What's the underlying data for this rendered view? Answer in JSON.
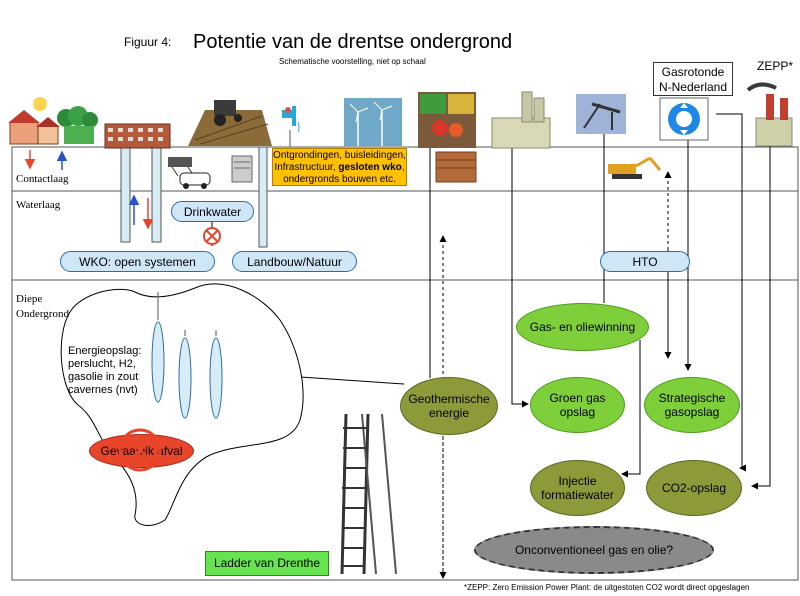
{
  "header": {
    "figure_label": "Figuur 4:",
    "title": "Potentie van de drentse ondergrond",
    "subtitle": "Schematische voorstelling, niet op schaal"
  },
  "top_labels": {
    "gasrotonde": [
      "Gasrotonde",
      "N-Nederland"
    ],
    "zepp": "ZEPP*"
  },
  "layers": {
    "contact": "Contactlaag",
    "water": "Waterlaag",
    "deep": [
      "Diepe",
      "Ondergrond"
    ]
  },
  "info_box": {
    "line1": "Ontgrondingen, buisleidingen,",
    "line2_prefix": "Infrastructuur,",
    "line2_bold": "gesloten wko",
    "line2_suffix": ",",
    "line3": "ondergronds bouwen etc."
  },
  "water_labels": {
    "drinkwater": "Drinkwater",
    "wko": "WKO: open systemen",
    "landbouw": "Landbouw/Natuur",
    "hto": "HTO"
  },
  "deep_labels": {
    "energieopslag": [
      "Energieopslag:",
      "perslucht, H2,",
      "gasolie in zout",
      "cavernes (nvt)"
    ],
    "gevaarlijk": "Gevaarlijk afval",
    "geothermie": [
      "Geothermische",
      "energie"
    ],
    "gas_olie": "Gas- en oliewinning",
    "groen_gas": [
      "Groen gas",
      "opslag"
    ],
    "strategisch": [
      "Strategische",
      "gasopslag"
    ],
    "injectie": [
      "Injectie",
      "formatiewater"
    ],
    "co2": "CO2-opslag",
    "onconventioneel": "Onconventioneel gas en olie?",
    "ladder": "Ladder van Drenthe"
  },
  "footnote": "*ZEPP: Zero Emission Power Plant: de uitgestoten CO2 wordt direct opgeslagen",
  "icons": [
    "houses-icon",
    "apartment-block-icon",
    "tractor-icon",
    "water-tap-icon",
    "wind-turbines-icon",
    "vegetables-icon",
    "factory-icon",
    "oil-pump-icon",
    "roundabout-icon",
    "power-plant-icon",
    "excavator-icon",
    "ladder-icon"
  ],
  "colors": {
    "green_oval": "#7fcf3b",
    "olive_oval": "#8e9a3a",
    "grey_oval": "#8a8a8a",
    "water_pill": "#cfe6f7",
    "info_box": "#ffc000",
    "ladder_box": "#66e34f",
    "hazard_red": "#e8452a"
  }
}
